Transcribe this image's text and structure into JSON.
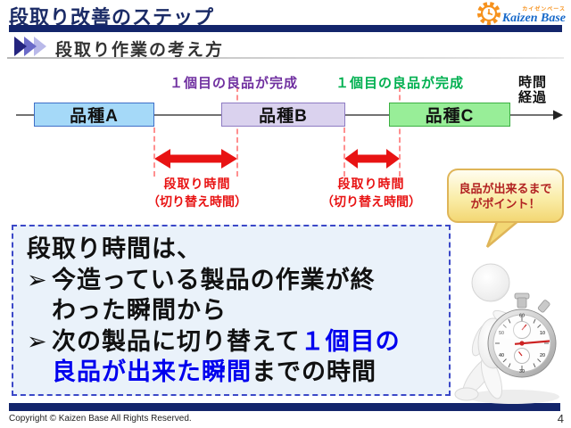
{
  "header": {
    "title": "段取り改善のステップ",
    "subtitle": "段取り作業の考え方",
    "logo": {
      "katakana": "カイゼンベース",
      "name": "Kaizen Base"
    }
  },
  "timeline": {
    "time_label_line1": "時間",
    "time_label_line2": "経過",
    "boxes": [
      {
        "label": "品種A",
        "fill": "#A5D9F8",
        "border": "#3E6FC8"
      },
      {
        "label": "品種B",
        "fill": "#DAD2EE",
        "border": "#8E7CC3"
      },
      {
        "label": "品種C",
        "fill": "#98EE98",
        "border": "#3CB043"
      }
    ],
    "milestones": [
      {
        "label": "１個目の良品が完成",
        "color": "#7030A0"
      },
      {
        "label": "１個目の良品が完成",
        "color": "#00B050"
      }
    ],
    "setup_labels": [
      {
        "line1": "段取り時間",
        "line2": "（切り替え時間）"
      },
      {
        "line1": "段取り時間",
        "line2": "（切り替え時間）"
      }
    ]
  },
  "callout": {
    "line1": "良品が出来るまで",
    "line2": "がポイント！"
  },
  "explanation": {
    "title": "段取り時間は、",
    "bullet_char": "➢",
    "bullet1_text": "今造っている製品の作業が終",
    "bullet1_cont": "わった瞬間から",
    "bullet2_black1": "次の製品に切り替えて",
    "bullet2_blue1": "１個目の",
    "bullet2_blue2": "良品が出来た瞬間",
    "bullet2_black2": "までの時間"
  },
  "footer": {
    "copyright": "Copyright ©  Kaizen Base  All Rights Reserved.",
    "page": "4"
  },
  "colors": {
    "navy_bar": "#13256B",
    "title_text": "#1B2B66",
    "milestone_purple": "#7030A0",
    "milestone_green": "#00B050",
    "setup_red": "#E81313",
    "dashed_line_red": "#FF9090",
    "callout_fill": "#F3D774",
    "callout_border": "#DFB558",
    "callout_text": "#B22222",
    "explain_bg": "#EAF2FA",
    "explain_border": "#3B48C8",
    "explain_blue_text": "#0000EE",
    "logo_orange": "#F6921E",
    "logo_blue": "#1668C9"
  }
}
